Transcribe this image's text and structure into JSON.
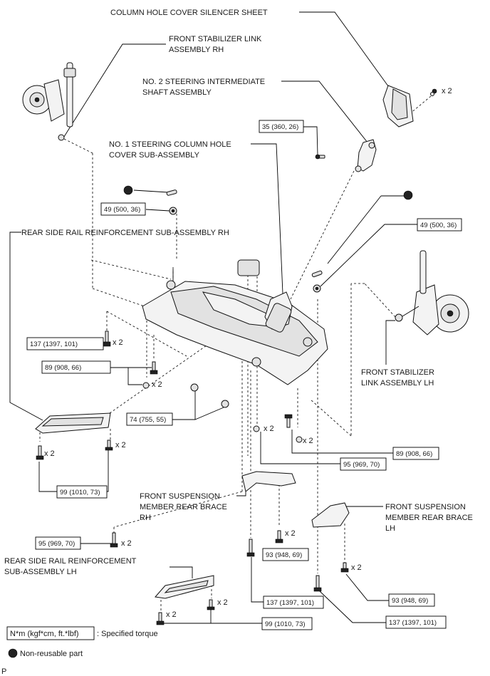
{
  "labels": {
    "column_hole_cover_silencer_sheet": "COLUMN HOLE COVER SILENCER SHEET",
    "front_stabilizer_link_rh_1": "FRONT STABILIZER LINK",
    "front_stabilizer_link_rh_2": "ASSEMBLY RH",
    "no2_steering_intermediate_1": "NO. 2 STEERING INTERMEDIATE",
    "no2_steering_intermediate_2": "SHAFT ASSEMBLY",
    "no1_steering_column_hole_1": "NO. 1 STEERING COLUMN HOLE",
    "no1_steering_column_hole_2": "COVER SUB-ASSEMBLY",
    "rear_side_rail_rh": "REAR SIDE RAIL REINFORCEMENT SUB-ASSEMBLY RH",
    "front_stabilizer_link_lh_1": "FRONT STABILIZER",
    "front_stabilizer_link_lh_2": "LINK ASSEMBLY LH",
    "front_susp_rear_brace_rh_1": "FRONT SUSPENSION",
    "front_susp_rear_brace_rh_2": "MEMBER REAR BRACE",
    "front_susp_rear_brace_rh_3": "RH",
    "front_susp_rear_brace_lh_1": "FRONT SUSPENSION",
    "front_susp_rear_brace_lh_2": "MEMBER REAR BRACE",
    "front_susp_rear_brace_lh_3": "LH",
    "rear_side_rail_lh_1": "REAR SIDE RAIL REINFORCEMENT",
    "rear_side_rail_lh_2": "SUB-ASSEMBLY LH"
  },
  "torques": {
    "t35": "35 (360, 26)",
    "t49_rh": "49 (500, 36)",
    "t49_lh": "49 (500, 36)",
    "t137_top": "137 (1397, 101)",
    "t89_left": "89 (908, 66)",
    "t74": "74 (755, 55)",
    "t89_right": "89 (908, 66)",
    "t95_right": "95 (969, 70)",
    "t99_top": "99 (1010, 73)",
    "t95_left": "95 (969, 70)",
    "t93_mid": "93 (948, 69)",
    "t93_right": "93 (948, 69)",
    "t137_mid": "137 (1397, 101)",
    "t137_right": "137 (1397, 101)",
    "t99_bottom": "99 (1010, 73)"
  },
  "quantities": {
    "silencer_clip": "x 2",
    "bolt_137_top": "x 2",
    "nut_89_left": "x 2",
    "nut_95_right": "x 2",
    "nut_89_right": "x 2",
    "bolt_99_left_a": "x 2",
    "bolt_99_left_b": "x 2",
    "bolt_95_left": "x 2",
    "bolt_93_mid": "x 2",
    "bolt_93_right": "x 2",
    "bolt_99_lh_a": "x 2",
    "bolt_99_lh_b": "x 2"
  },
  "legend": {
    "torque_unit": "N*m (kgf*cm, ft.*lbf)",
    "torque_desc": ": Specified torque",
    "nonreusable": "Non-reusable part"
  },
  "corner_mark": "P"
}
